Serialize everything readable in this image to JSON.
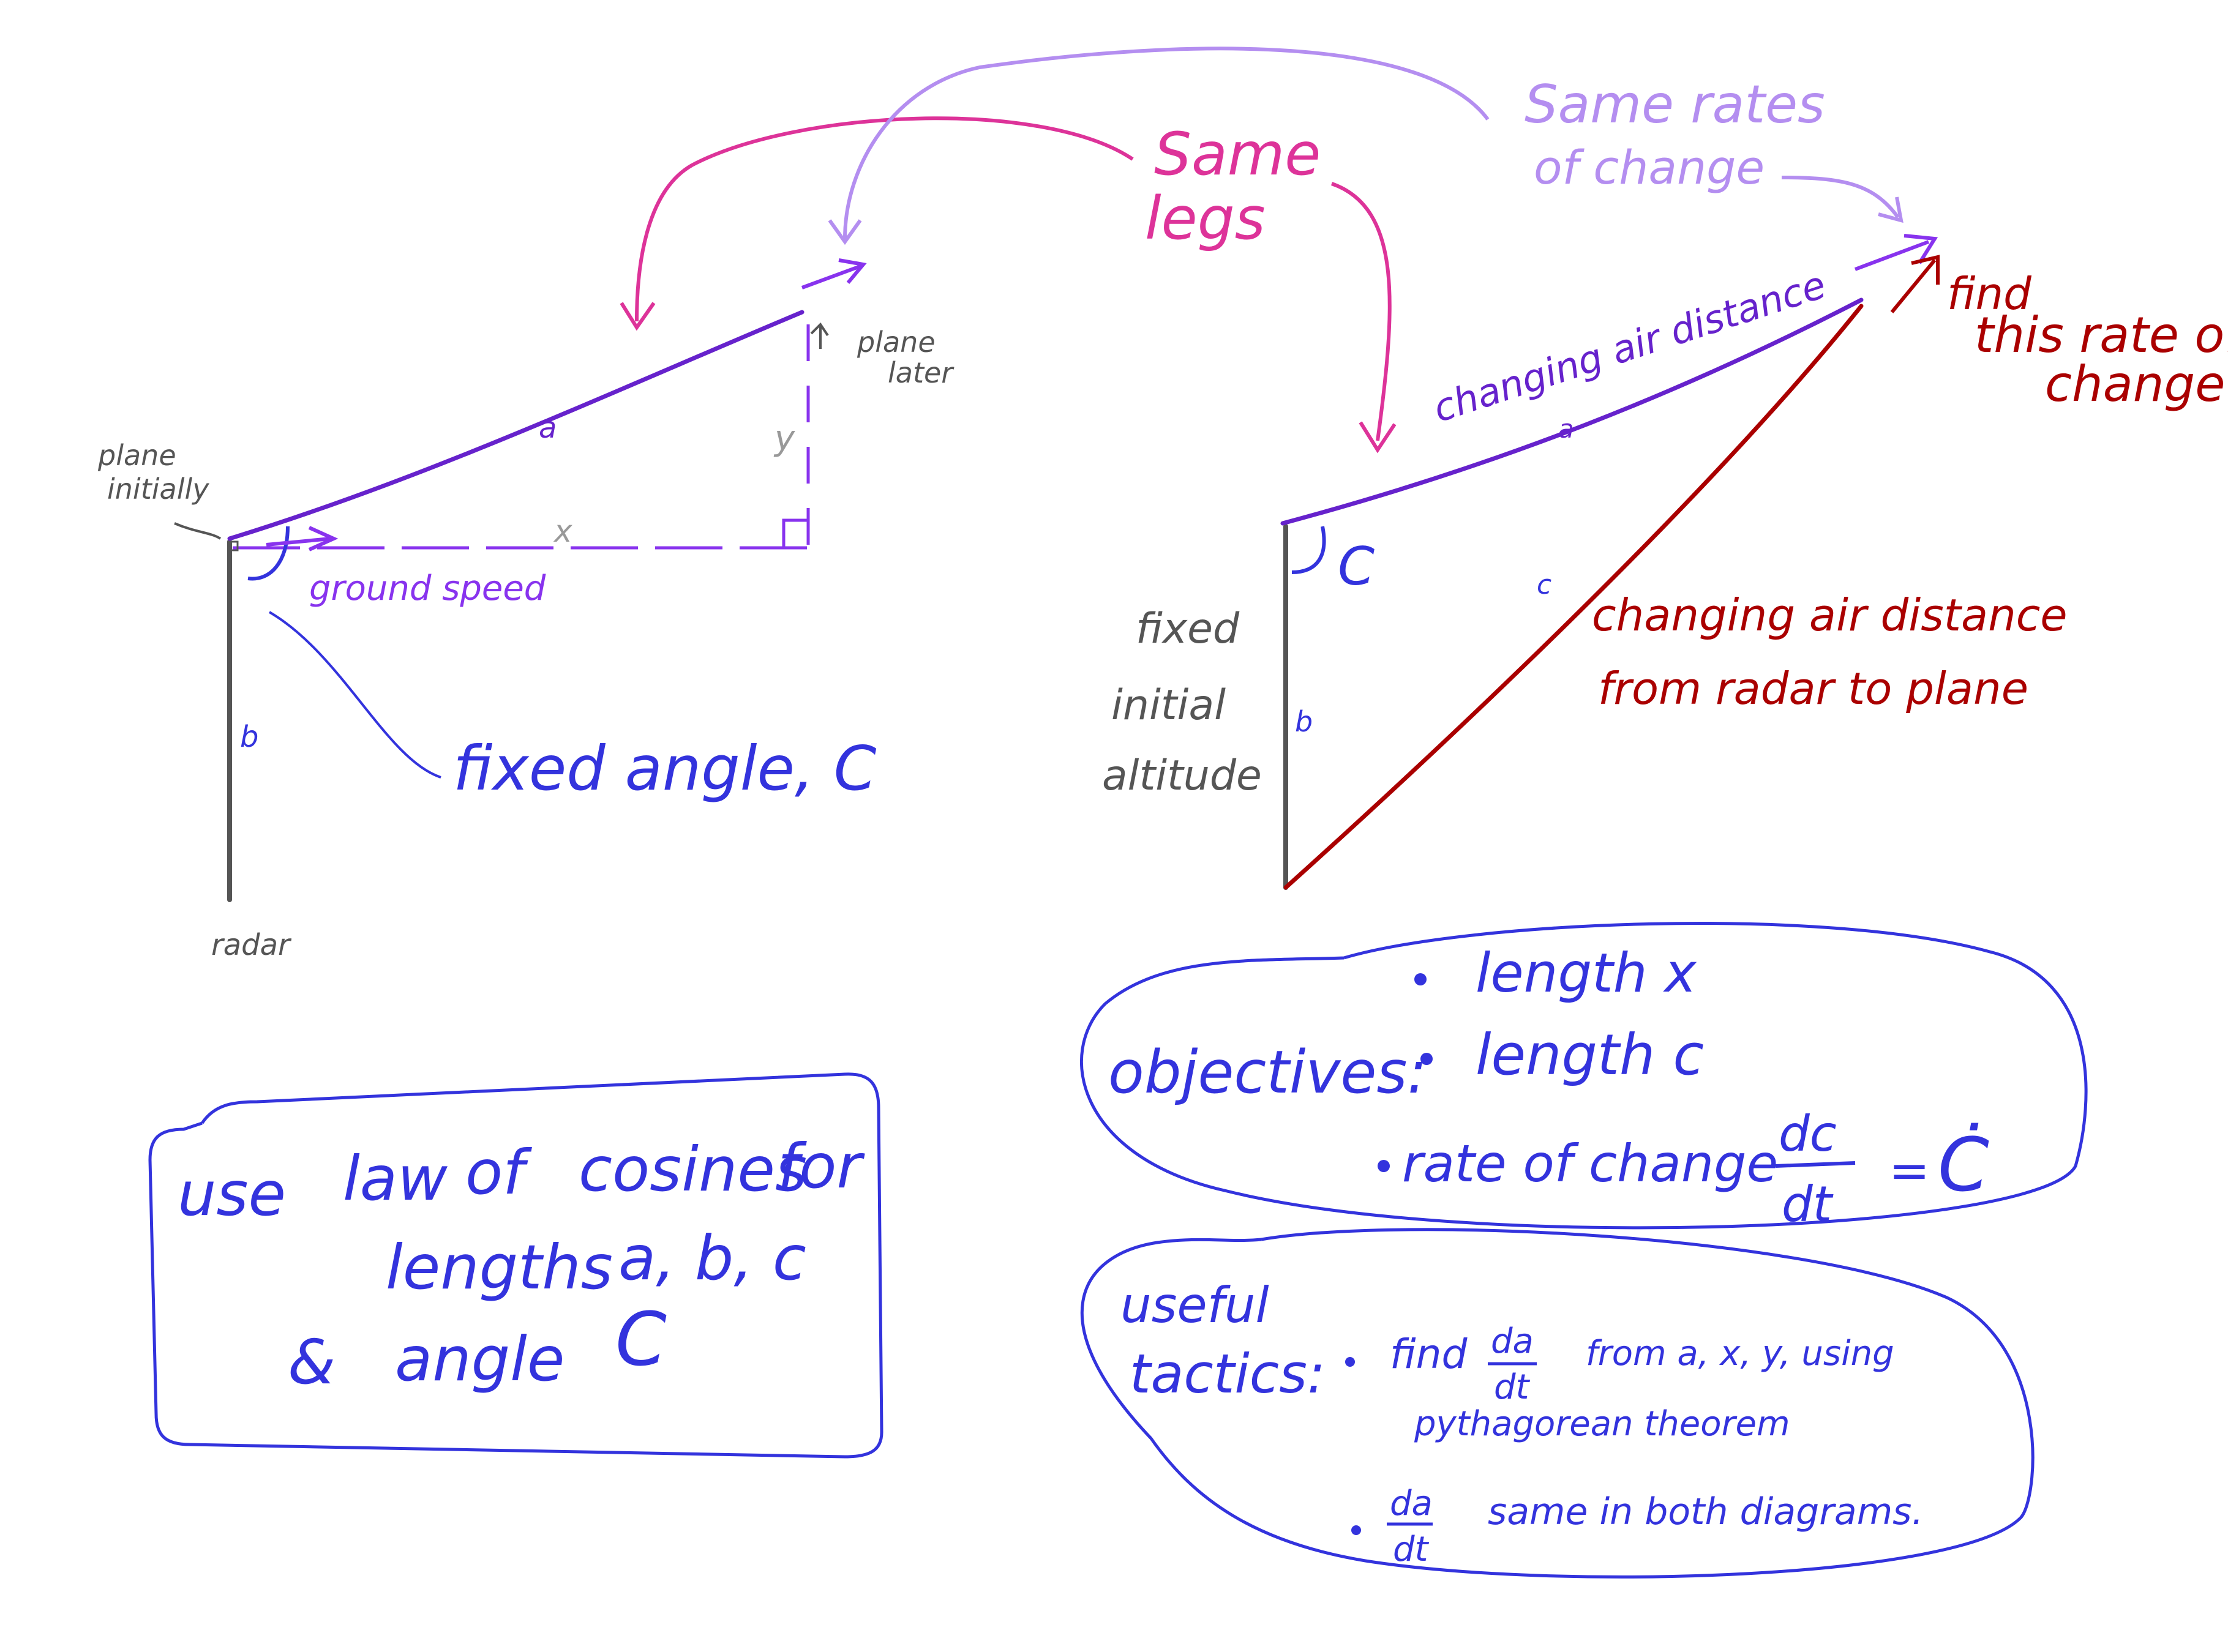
{
  "colors": {
    "blue": "#3333dd",
    "purple": "#6622cc",
    "violet": "#8833ee",
    "lavender": "#b48ef0",
    "magenta": "#dd3399",
    "gray": "#555555",
    "lightgray": "#999999",
    "darkred": "#aa0000"
  },
  "left_diagram": {
    "plane_initially": [
      "plane",
      "initially"
    ],
    "plane_later": [
      "plane",
      "later"
    ],
    "radar": "radar",
    "leg_a": "a",
    "leg_b": "b",
    "leg_x": "x",
    "leg_y": "y",
    "ground_speed": "ground speed",
    "fixed_angle": "fixed angle, C"
  },
  "top_annotations": {
    "same_legs": [
      "Same",
      "legs"
    ],
    "same_rates": [
      "Same rates",
      "of change"
    ]
  },
  "right_diagram": {
    "changing_air_distance": "changing air distance",
    "leg_a": "a",
    "leg_b": "b",
    "leg_c": "c",
    "angle_C": "C",
    "fixed_initial_altitude": [
      "fixed",
      "initial",
      "altitude"
    ],
    "changing_radar": [
      "changing air distance",
      "from radar to plane"
    ],
    "find_rate": [
      "find",
      "this rate of",
      "change"
    ]
  },
  "law_box": {
    "line1": [
      "use",
      "law",
      "of",
      "cosines",
      "for"
    ],
    "line2": [
      "lengths",
      "a, b, c"
    ],
    "line3": [
      "&",
      "angle",
      "C"
    ]
  },
  "objectives_box": {
    "label": "objectives:",
    "items": [
      "length x",
      "length c",
      "rate of change"
    ],
    "fraction_num": "dc",
    "fraction_den": "dt",
    "equals": "=",
    "c_dot": "Ċ"
  },
  "tactics_box": {
    "label": [
      "useful",
      "tactics:"
    ],
    "item1_pre": "find",
    "item1_num": "da",
    "item1_den": "dt",
    "item1_post": "from a, x, y, using",
    "item1_line2": "pythagorean theorem",
    "item2_num": "da",
    "item2_den": "dt",
    "item2_post": "same in both diagrams."
  }
}
